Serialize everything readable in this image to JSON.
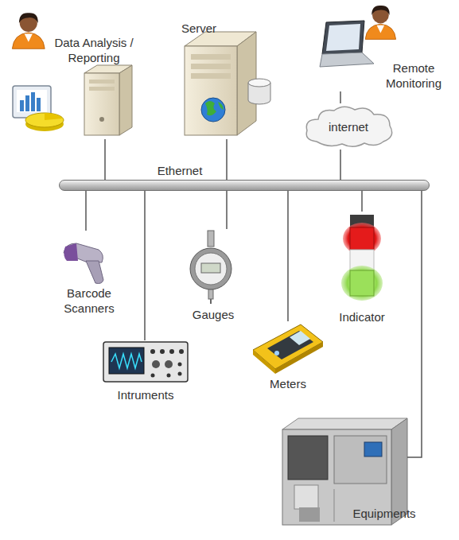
{
  "diagram": {
    "nodes": [
      {
        "text": [
          "Ethernet"
        ]
      },
      {
        "text": [
          "Data Analysis / Reporting"
        ]
      },
      {
        "text": [
          "Server"
        ]
      },
      {
        "text": [
          "internet"
        ]
      },
      {
        "text": [
          "Remote Monitoring"
        ]
      },
      {
        "text": [
          "Barcode Scanners"
        ]
      },
      {
        "text": [
          "Intruments"
        ]
      },
      {
        "text": [
          "Gauges"
        ]
      },
      {
        "text": [
          "Meters"
        ]
      },
      {
        "text": [
          "Indicator"
        ]
      },
      {
        "text": [
          "Equipments"
        ]
      }
    ],
    "edges": [
      {
        "from": 1,
        "to": 0,
        "arrow": "none"
      },
      {
        "from": 2,
        "to": 0,
        "arrow": "none"
      },
      {
        "from": 4,
        "to": 3,
        "arrow": "none"
      },
      {
        "from": 3,
        "to": 0,
        "arrow": "none"
      },
      {
        "from": 0,
        "to": 5,
        "arrow": "none"
      },
      {
        "from": 0,
        "to": 6,
        "arrow": "none"
      },
      {
        "from": 0,
        "to": 7,
        "arrow": "none"
      },
      {
        "from": 0,
        "to": 8,
        "arrow": "none"
      },
      {
        "from": 0,
        "to": 9,
        "arrow": "none"
      },
      {
        "from": 0,
        "to": 10,
        "arrow": "none"
      }
    ]
  }
}
